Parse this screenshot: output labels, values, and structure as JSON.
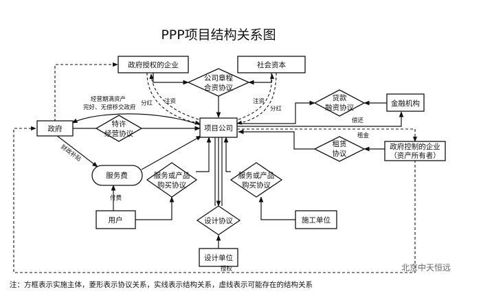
{
  "title": "PPP项目结构关系图",
  "nodes": {
    "gov_auth": "政府授权的企业",
    "social_capital": "社会资本",
    "charter_line1": "公司章程",
    "charter_line2": "合资协议",
    "loan_line1": "贷款",
    "loan_line2": "融资协议",
    "finance": "金融机构",
    "government": "政府",
    "franchise_line1": "特许",
    "franchise_line2": "经营协议",
    "project_company": "项目公司",
    "lease_line1": "租赁",
    "lease_line2": "协议",
    "gov_controlled_line1": "政府控制的企业",
    "gov_controlled_line2": "（资产所有者）",
    "service_fee": "服务费",
    "purchase1_line1": "服务或产品",
    "purchase1_line2": "购买协议",
    "purchase2_line1": "服务或产品",
    "purchase2_line2": "购买协议",
    "user": "用户",
    "design_agreement": "设计协议",
    "construction": "施工单位",
    "designer": "设计单位"
  },
  "edge_labels": {
    "expire_line1": "经营期满资产",
    "expire_line2": "完好、无偿移交政府",
    "dividend_left": "分红",
    "inject_left": "注资",
    "inject_right": "注资",
    "dividend_right": "分红",
    "repay": "偿还",
    "rent": "租金",
    "subsidy": "财政补贴",
    "pay_fee": "付费",
    "authorize": "授权"
  },
  "note": "注：方框表示实施主体，菱形表示协议关系，实线表示结构关系，虚线表示可能存在的结构关系",
  "watermark": "北京中天恒远"
}
